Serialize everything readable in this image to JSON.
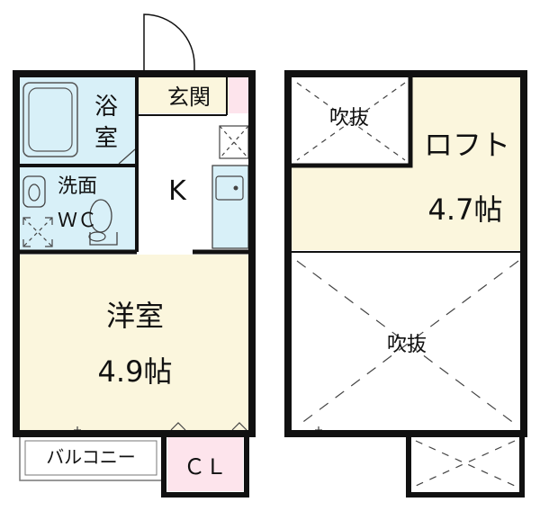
{
  "colors": {
    "wall": "#111111",
    "bath": "#d8f0f8",
    "washroom": "#d8f0f8",
    "room": "#fbf6dd",
    "entrance": "#fbf6dd",
    "closet": "#fde4ec",
    "entrance_accent": "#fde4ec",
    "loft": "#fbf6dd",
    "open": "#ffffff"
  },
  "rooms": {
    "bath": "浴室",
    "bath_line1": "浴",
    "bath_line2": "室",
    "entrance": "玄関",
    "washroom": "洗面",
    "wc": "ＷＣ",
    "kitchen": "K",
    "western_room": "洋室",
    "western_room_size": "4.9帖",
    "balcony": "バルコニー",
    "closet": "ＣＬ",
    "loft": "ロフト",
    "loft_size": "4.7帖",
    "void_small": "吹抜",
    "void_large": "吹抜"
  }
}
